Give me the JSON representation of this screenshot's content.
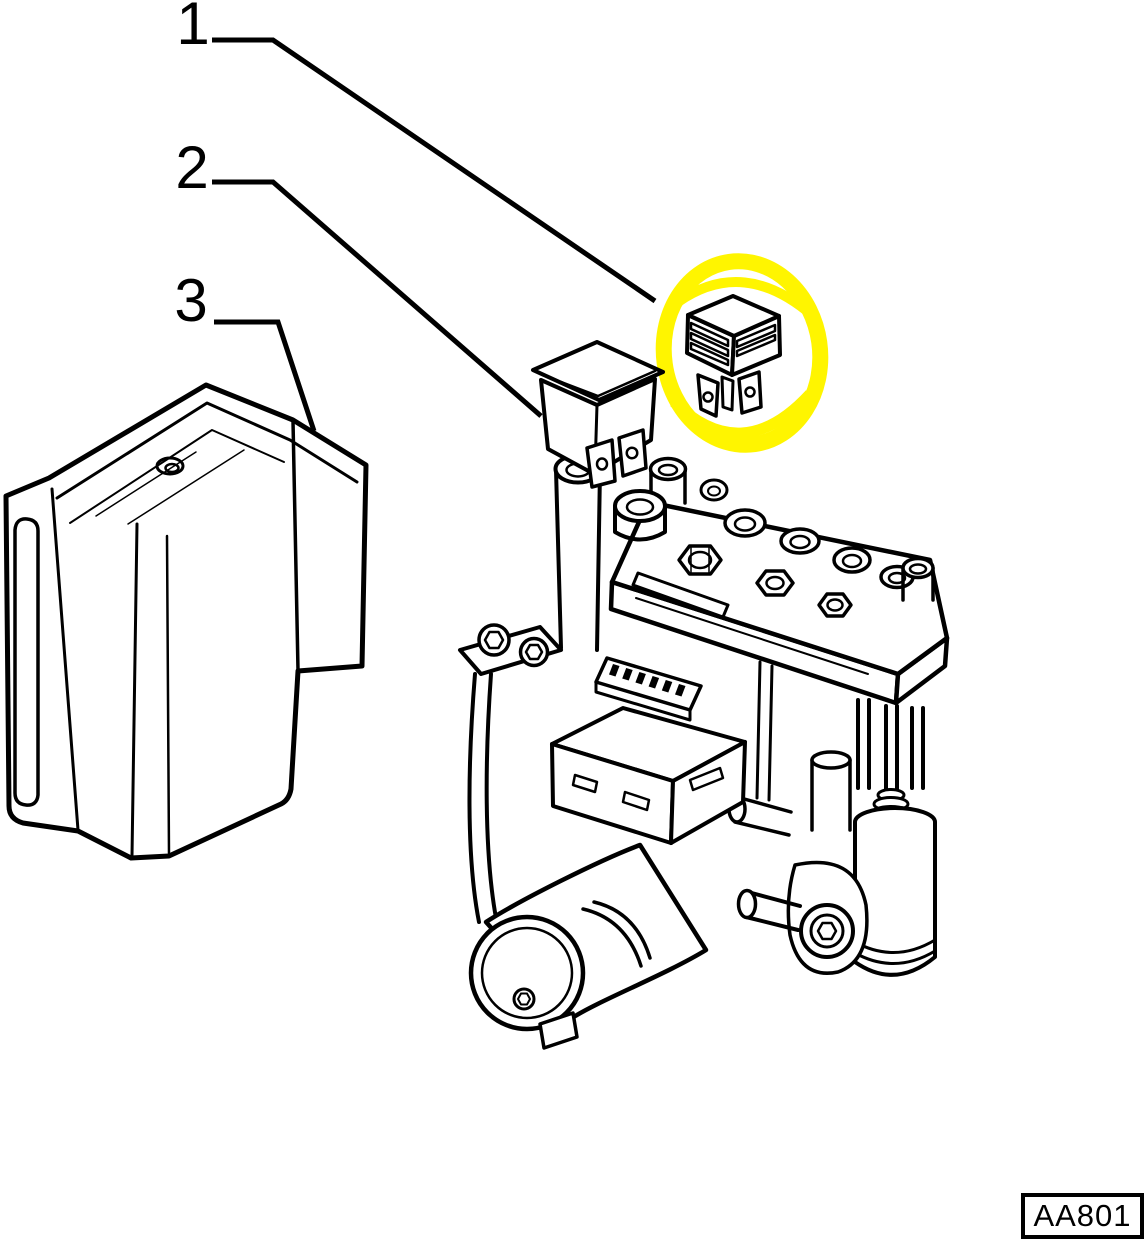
{
  "figure": {
    "code_label": "AA801"
  },
  "callouts": [
    {
      "number": "1",
      "target": "mini-relay-highlighted"
    },
    {
      "number": "2",
      "target": "main-relay"
    },
    {
      "number": "3",
      "target": "protective-cover"
    }
  ],
  "parts": {
    "highlighted_part": "mini-relay",
    "assembly": "abs-hydraulic-unit"
  },
  "colors": {
    "background": "#FFFFFF",
    "line": "#000000",
    "highlight": "#FFF500"
  }
}
